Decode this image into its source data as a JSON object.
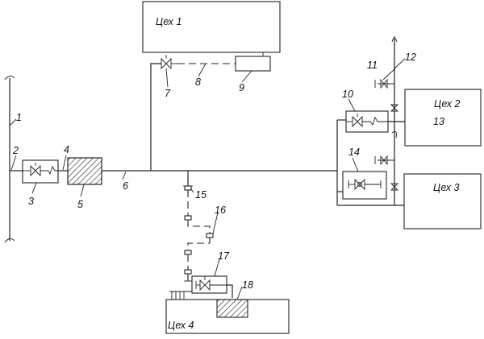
{
  "shops": {
    "shop1": "Цех 1",
    "shop2": "Цех 2",
    "shop3": "Цех 3",
    "shop4": "Цех 4"
  },
  "labels": {
    "n1": "1",
    "n2": "2",
    "n3": "3",
    "n4": "4",
    "n5": "5",
    "n6": "6",
    "n7": "7",
    "n8": "8",
    "n9": "9",
    "n10": "10",
    "n11": "11",
    "n12": "12",
    "n13": "13",
    "n14": "14",
    "n15": "15",
    "n16": "16",
    "n17": "17",
    "n18": "18"
  }
}
